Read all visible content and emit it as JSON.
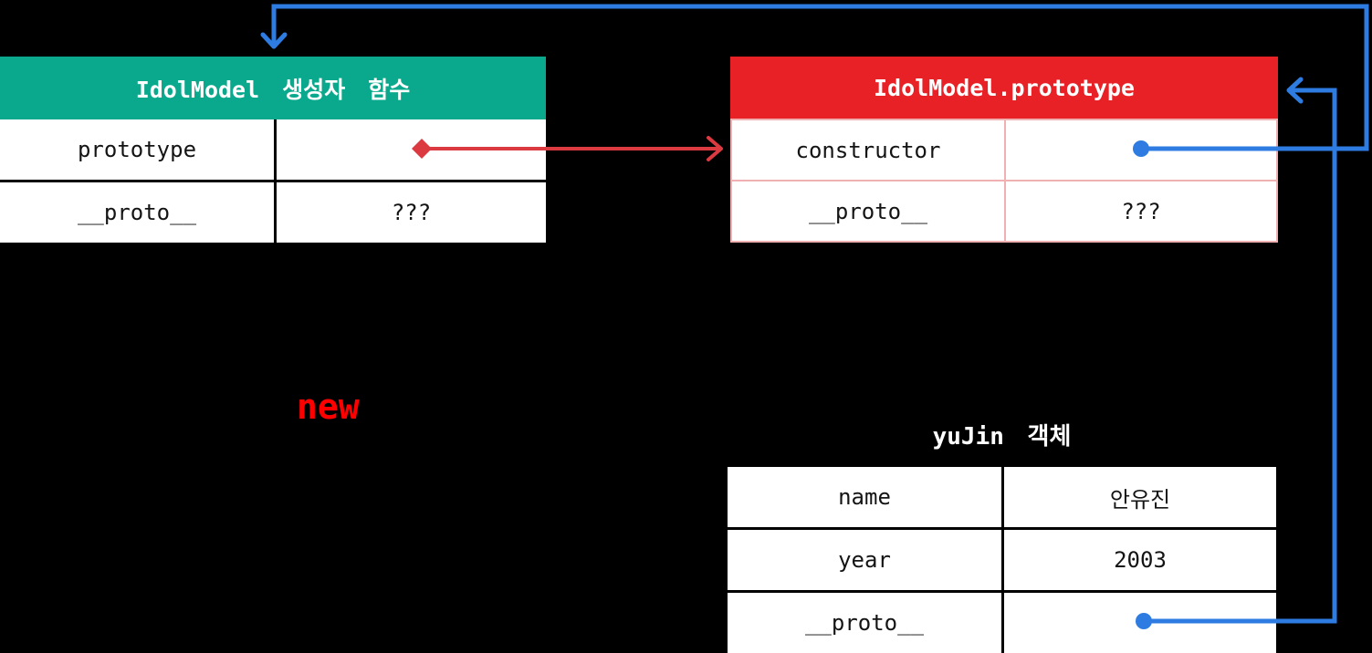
{
  "diagram": {
    "new_keyword": "new"
  },
  "constructor_function_table": {
    "title": "IdolModel 생성자 함수",
    "rows": [
      {
        "key": "prototype",
        "value": ""
      },
      {
        "key": "__proto__",
        "value": "???"
      }
    ]
  },
  "prototype_table": {
    "title": "IdolModel.prototype",
    "rows": [
      {
        "key": "constructor",
        "value": ""
      },
      {
        "key": "__proto__",
        "value": "???"
      }
    ]
  },
  "instance_table": {
    "title": "yuJin 객체",
    "rows": [
      {
        "key": "name",
        "value": "안유진"
      },
      {
        "key": "year",
        "value": "2003"
      },
      {
        "key": "__proto__",
        "value": ""
      }
    ]
  },
  "arrows": [
    {
      "name": "prototype-pointer-arrow",
      "from": "IdolModel.prototype cell",
      "to": "IdolModel.prototype table",
      "color": "#dc3a41"
    },
    {
      "name": "constructor-pointer-arrow",
      "from": "IdolModel.prototype.constructor cell",
      "to": "IdolModel 생성자 함수 table",
      "color": "#2e7ce2"
    },
    {
      "name": "proto-pointer-arrow",
      "from": "yuJin.__proto__ cell",
      "to": "IdolModel.prototype table",
      "color": "#2e7ce2"
    }
  ],
  "colors": {
    "background": "#000000",
    "constructor_header": "#0aa88c",
    "prototype_header": "#e82127",
    "prototype_table_border": "#efb1b1",
    "pointer_blue": "#2e7ce2",
    "pointer_red": "#dc3a41",
    "new_keyword_red": "#ff0000",
    "cell_background": "#ffffff",
    "grid_border": "#000000"
  }
}
